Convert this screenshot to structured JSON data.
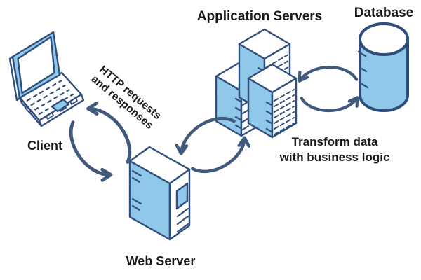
{
  "diagram": {
    "type": "web-architecture-diagram",
    "nodes": [
      {
        "id": "client",
        "label": "Client",
        "icon": "laptop-icon"
      },
      {
        "id": "web-server",
        "label": "Web Server",
        "icon": "server-tower-icon"
      },
      {
        "id": "app-servers",
        "label": "Application Servers",
        "icon": "server-stack-icon"
      },
      {
        "id": "database",
        "label": "Database",
        "icon": "database-cylinder-icon"
      }
    ],
    "edges": [
      {
        "from": "client",
        "to": "web-server",
        "style": "bidirectional-exchange-arrows",
        "label_lines": [
          "HTTP requests",
          "and responses"
        ]
      },
      {
        "from": "web-server",
        "to": "app-servers",
        "style": "bidirectional-exchange-arrows",
        "label_lines": []
      },
      {
        "from": "app-servers",
        "to": "database",
        "style": "bidirectional-exchange-arrows",
        "label_lines": [
          "Transform data",
          "with business logic"
        ]
      }
    ],
    "colors": {
      "node_fill": "#8FC8E8",
      "node_outline": "#2F4E7E",
      "arrow": "#40597D",
      "label_text": "#1A1A1A",
      "background": "#FFFFFF"
    }
  }
}
